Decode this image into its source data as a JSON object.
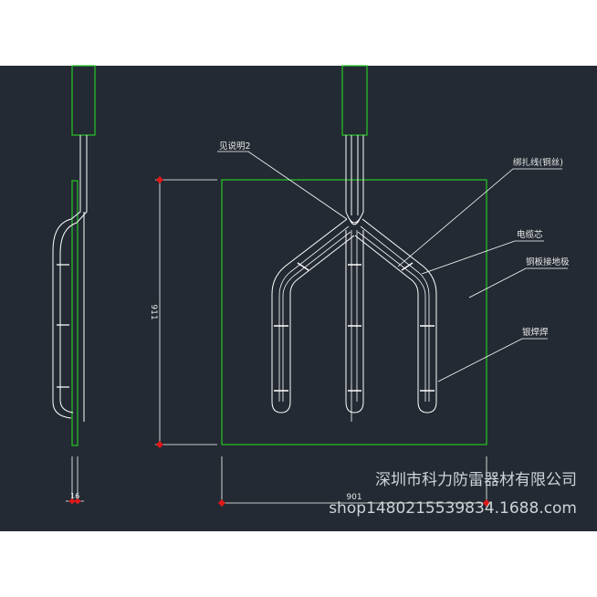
{
  "labels": {
    "see_note": "见说明2",
    "binding_wire": "绑扎线(铜丝)",
    "cable_core": "电缆芯",
    "copper_plate": "铜板接地极",
    "silver_solder": "银焊焊",
    "dim_height": "911",
    "dim_width": "901",
    "dim_thickness": "16"
  },
  "watermark": {
    "company": "深圳市科力防雷器材有限公司",
    "shop": "shop1480215539834.1688.com"
  },
  "colors": {
    "page": "#ffffff",
    "cad_background": "#232a33",
    "outline": "#25c925",
    "wire": "#ffffff",
    "dimension_marker": "#e01818"
  }
}
